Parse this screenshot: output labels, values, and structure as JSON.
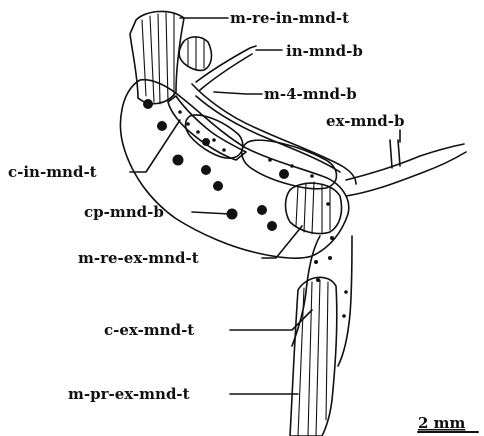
{
  "diagram": {
    "labels": {
      "m_re_in_mnd_t": "m-re-in-mnd-t",
      "in_mnd_b": "in-mnd-b",
      "m_4_mnd_b": "m-4-mnd-b",
      "ex_mnd_b": "ex-mnd-b",
      "c_in_mnd_t": "c-in-mnd-t",
      "cp_mnd_b": "cp-mnd-b",
      "m_re_ex_mnd_t": "m-re-ex-mnd-t",
      "c_ex_mnd_t": "c-ex-mnd-t",
      "m_pr_ex_mnd_t": "m-pr-ex-mnd-t"
    },
    "scale_bar": "2 mm"
  }
}
